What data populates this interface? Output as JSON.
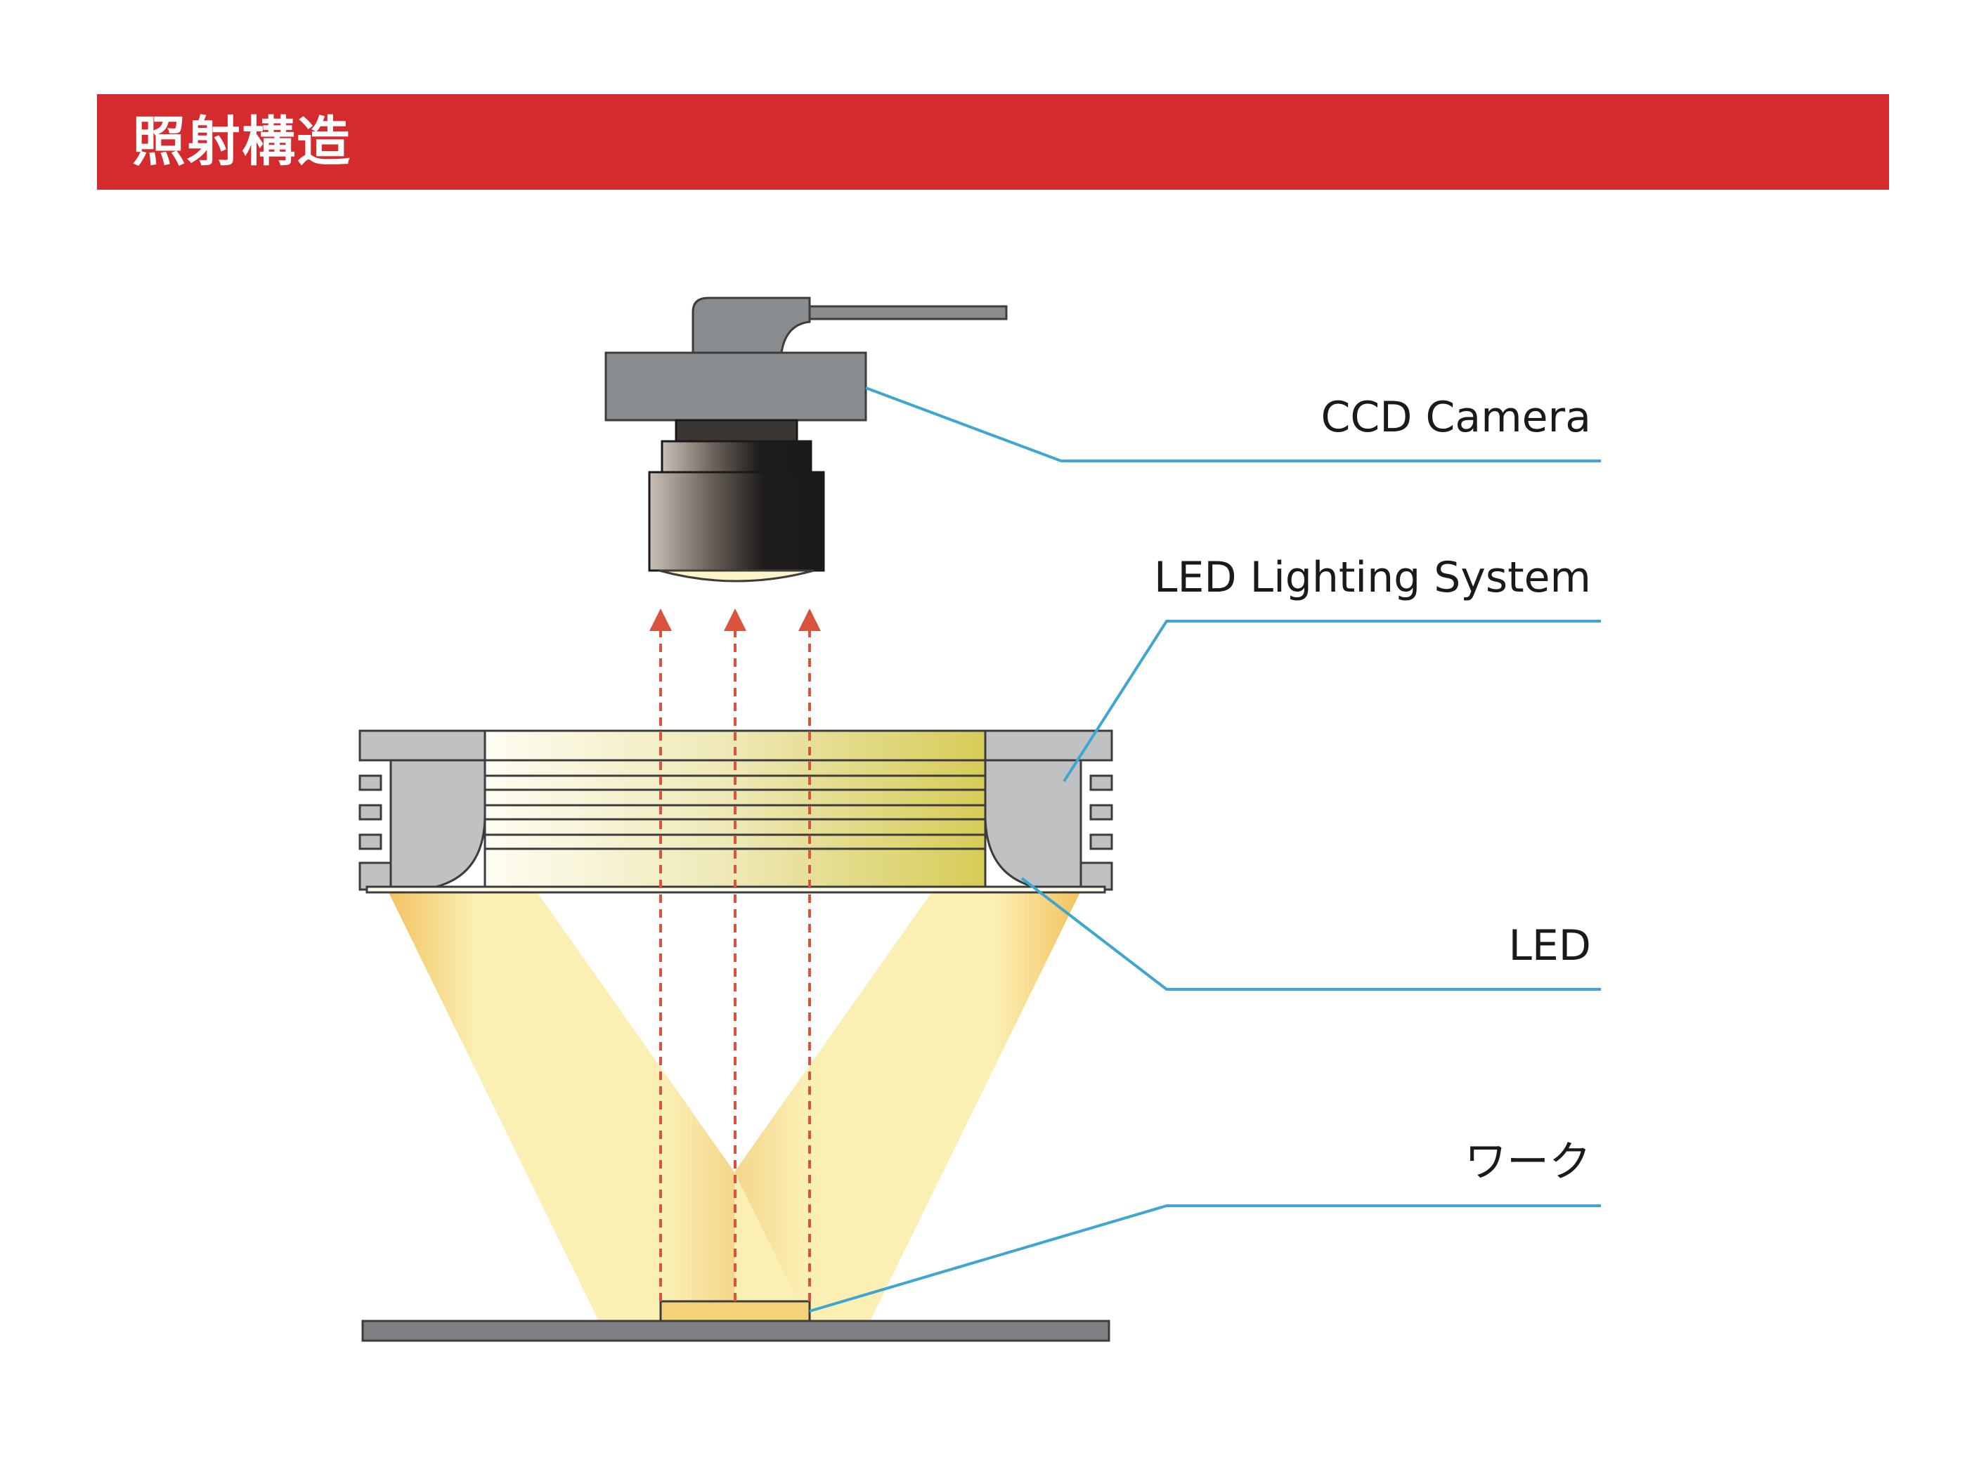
{
  "header": {
    "title": "照射構造",
    "color": "#d32b2e"
  },
  "labels": {
    "camera": "CCD Camera",
    "lighting": "LED Lighting System",
    "led": "LED",
    "work": "ワーク"
  },
  "colors": {
    "leader_line": "#3fa6d2",
    "arrow": "#d9533f",
    "light_beam": "#fbefb4",
    "light_edge": "#f0c661",
    "housing": "#c0c1c3",
    "camera_body": "#8a8d90",
    "stage": "#7e8083"
  }
}
